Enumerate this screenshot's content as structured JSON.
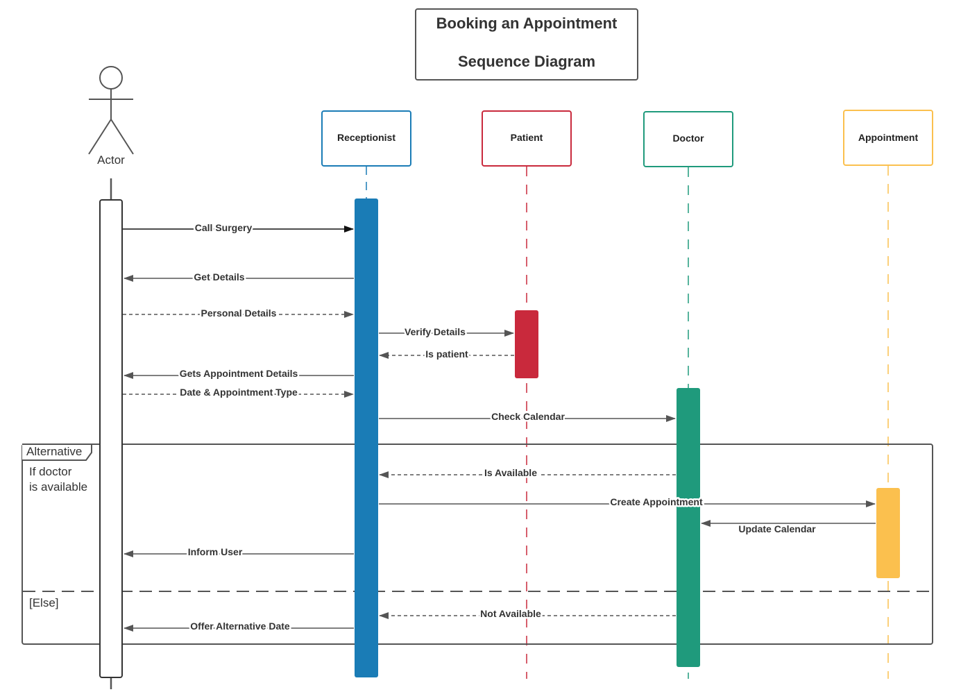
{
  "title": {
    "line1": "Booking an Appointment",
    "line2": "Sequence Diagram"
  },
  "actor": {
    "label": "Actor"
  },
  "participants": [
    {
      "id": "receptionist",
      "label": "Receptionist",
      "color": "#1a7cb6"
    },
    {
      "id": "patient",
      "label": "Patient",
      "color": "#c9293c"
    },
    {
      "id": "doctor",
      "label": "Doctor",
      "color": "#1f9a7c"
    },
    {
      "id": "appointment",
      "label": "Appointment",
      "color": "#fbc04e"
    }
  ],
  "messages": [
    {
      "label": "Call Surgery",
      "from": "actor",
      "to": "receptionist",
      "style": "solid"
    },
    {
      "label": "Get Details",
      "from": "receptionist",
      "to": "actor",
      "style": "solid"
    },
    {
      "label": "Personal Details",
      "from": "actor",
      "to": "receptionist",
      "style": "dashed"
    },
    {
      "label": "Verify Details",
      "from": "receptionist",
      "to": "patient",
      "style": "solid"
    },
    {
      "label": "Is patient",
      "from": "patient",
      "to": "receptionist",
      "style": "dashed"
    },
    {
      "label": "Gets Appointment Details",
      "from": "receptionist",
      "to": "actor",
      "style": "solid"
    },
    {
      "label": "Date & Appointment Type",
      "from": "actor",
      "to": "receptionist",
      "style": "dashed"
    },
    {
      "label": "Check Calendar",
      "from": "receptionist",
      "to": "doctor",
      "style": "solid"
    },
    {
      "label": "Is Available",
      "from": "doctor",
      "to": "receptionist",
      "style": "dashed"
    },
    {
      "label": "Create Appointment",
      "from": "receptionist",
      "to": "appointment",
      "style": "solid"
    },
    {
      "label": "Update Calendar",
      "from": "appointment",
      "to": "doctor",
      "style": "solid"
    },
    {
      "label": "Inform User",
      "from": "receptionist",
      "to": "actor",
      "style": "solid"
    },
    {
      "label": "Not Available",
      "from": "doctor",
      "to": "receptionist",
      "style": "dashed"
    },
    {
      "label": "Offer Alternative Date",
      "from": "receptionist",
      "to": "actor",
      "style": "solid"
    }
  ],
  "frame": {
    "kind": "Alternative",
    "guard_line1": "If doctor",
    "guard_line2": "is available",
    "else_label": "[Else]"
  },
  "colors": {
    "line": "#555555",
    "actor_line": "#333333"
  }
}
